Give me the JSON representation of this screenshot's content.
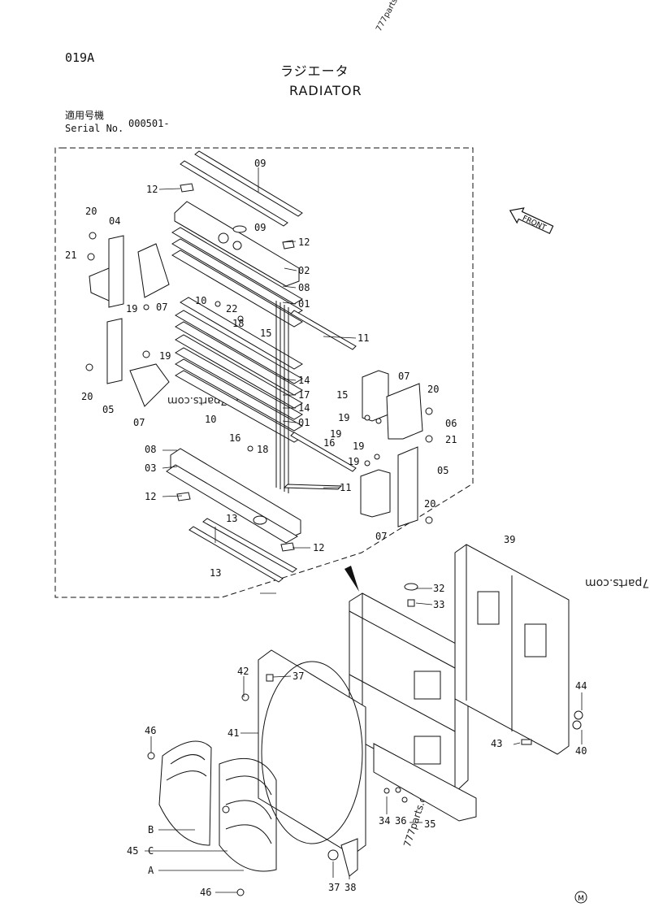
{
  "header": {
    "page_code": "019A",
    "title_jp": "ラジエータ",
    "title_en": "RADIATOR",
    "serial_label_jp": "適用号機",
    "serial_label_en": "Serial No.",
    "serial_number": "000501-"
  },
  "watermarks": [
    "777parts.com",
    "777parts.com",
    "777parts.com",
    "777parts.com"
  ],
  "front_arrow_label": "FRONT",
  "marker": "M",
  "callouts": [
    "09",
    "09",
    "12",
    "12",
    "12",
    "12",
    "02",
    "08",
    "08",
    "01",
    "01",
    "03",
    "04",
    "20",
    "20",
    "20",
    "20",
    "21",
    "21",
    "19",
    "19",
    "19",
    "19",
    "19",
    "19",
    "07",
    "07",
    "07",
    "07",
    "10",
    "10",
    "22",
    "18",
    "18",
    "15",
    "15",
    "11",
    "11",
    "14",
    "14",
    "17",
    "16",
    "16",
    "05",
    "05",
    "06",
    "13",
    "13",
    "39",
    "32",
    "33",
    "37",
    "37",
    "38",
    "42",
    "41",
    "46",
    "46",
    "44",
    "40",
    "43",
    "34",
    "36",
    "35",
    "45",
    "B",
    "C",
    "A"
  ]
}
